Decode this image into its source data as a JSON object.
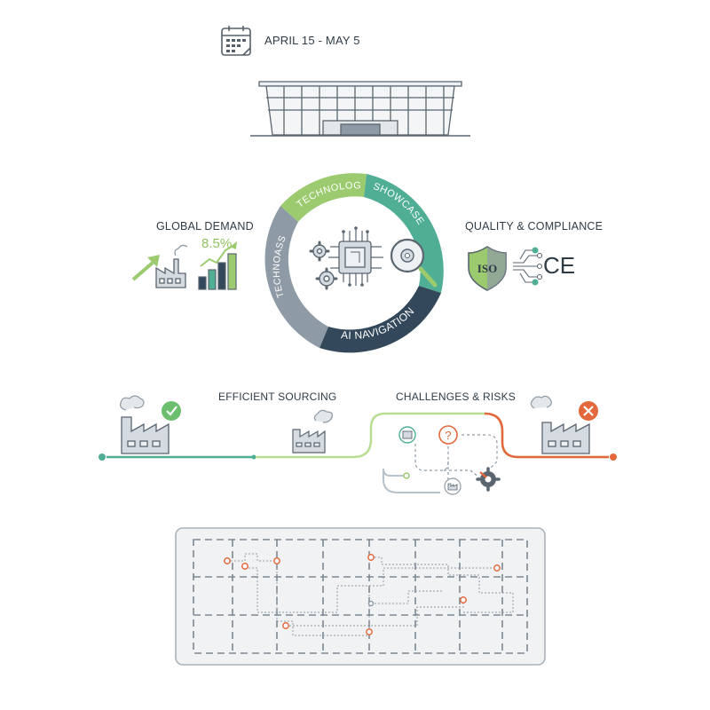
{
  "event": {
    "dates": "APRIL 15 - MAY 5"
  },
  "hub": {
    "segments": [
      "TECHNOLOGY",
      "SHOWCASE",
      "AI NAVIGATION",
      "TECHNOASS"
    ]
  },
  "left_panel": {
    "title": "GLOBAL DEMAND",
    "growth": "8.5%"
  },
  "right_panel": {
    "title": "QUALITY & COMPLIANCE",
    "shield_text": "ISO",
    "mark_text": "CE"
  },
  "supply_chain": {
    "left_label": "EFFICIENT SOURCING",
    "right_label": "CHALLENGES & RISKS",
    "question_mark": "?"
  },
  "colors": {
    "teal": "#4fae94",
    "green": "#9ccb6f",
    "slate": "#8e9aa5",
    "navy": "#33485a",
    "orange": "#e4683d",
    "line": "#5a6570"
  }
}
